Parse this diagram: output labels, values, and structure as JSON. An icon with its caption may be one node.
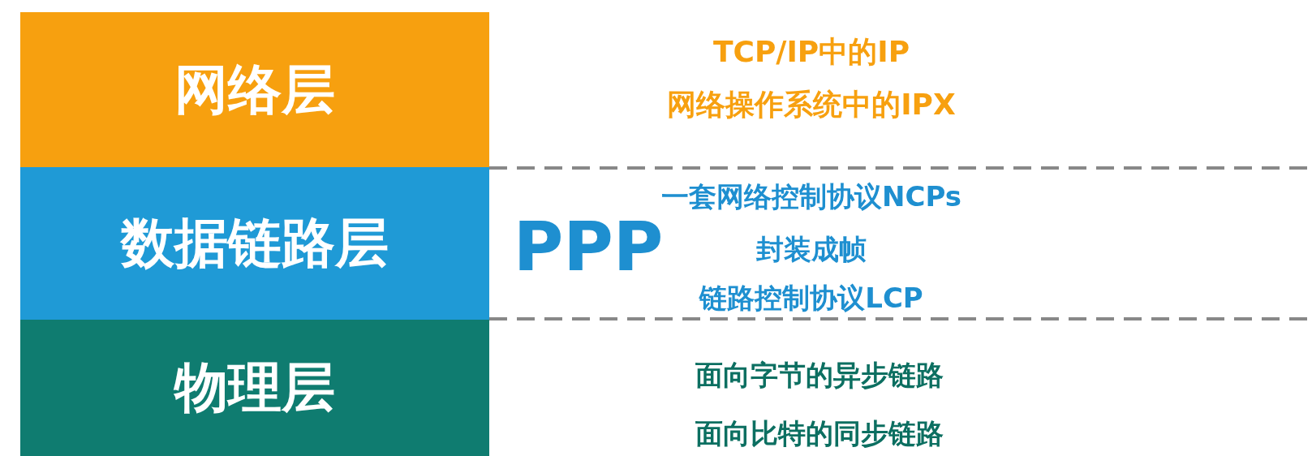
{
  "diagram": {
    "nodes": [
      {
        "text": [
          "网络层"
        ]
      },
      {
        "text": [
          "数据链路层"
        ]
      },
      {
        "text": [
          "物理层"
        ]
      }
    ],
    "labels": [
      "TCP/IP中的IP",
      "网络操作系统中的IPX",
      "PPP",
      "一套网络控制协议NCPs",
      "封装成帧",
      "链路控制协议LCP",
      "面向字节的异步链路",
      "面向比特的同步链路"
    ]
  }
}
